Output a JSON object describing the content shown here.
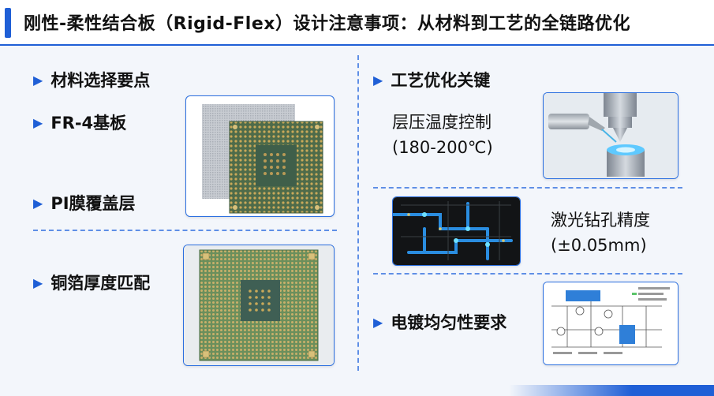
{
  "title": "刚性-柔性结合板（Rigid-Flex）设计注意事项：从材料到工艺的全链路优化",
  "left": {
    "heading": "材料选择要点",
    "items": [
      "FR-4基板",
      "PI膜覆盖层",
      "铜箔厚度匹配"
    ]
  },
  "right": {
    "heading": "工艺优化关键",
    "lamination": {
      "label": "层压温度控制",
      "value": "(180-200℃)"
    },
    "drilling": {
      "label": "激光钻孔精度",
      "value": "(±0.05mm)"
    },
    "plating": {
      "label": "电镀均匀性要求"
    }
  },
  "colors": {
    "accent": "#1f5fd6",
    "board": "#5a7a55",
    "pad": "#c9a95a"
  },
  "icons": {
    "bullet": "triangle-right-icon"
  }
}
